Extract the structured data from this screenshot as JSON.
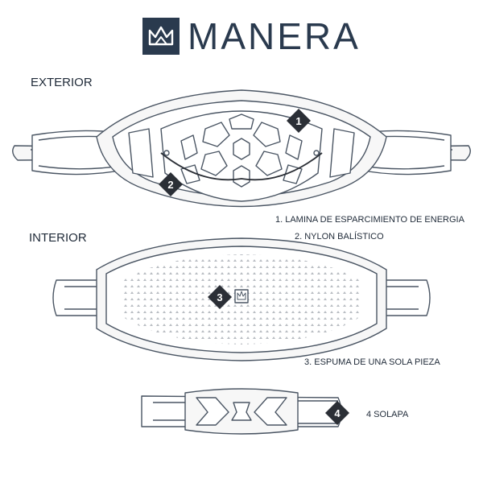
{
  "brand": {
    "name": "MANERA",
    "color": "#2a3a4e"
  },
  "sections": {
    "exterior": "EXTERIOR",
    "interior": "INTERIOR"
  },
  "legend": {
    "item1": "1. LAMINA DE ESPARCIMIENTO DE ENERGIA",
    "item2": "2. NYLON BALÍSTICO",
    "item3": "3. ESPUMA DE UNA SOLA PIEZA",
    "item4": "4 SOLAPA"
  },
  "badges": [
    "1",
    "2",
    "3",
    "4"
  ],
  "icons": [
    "crown-logo-icon"
  ],
  "colors": {
    "line": "#4a5563",
    "fill": "#f7f7f7",
    "badge": "#2b2f36"
  }
}
